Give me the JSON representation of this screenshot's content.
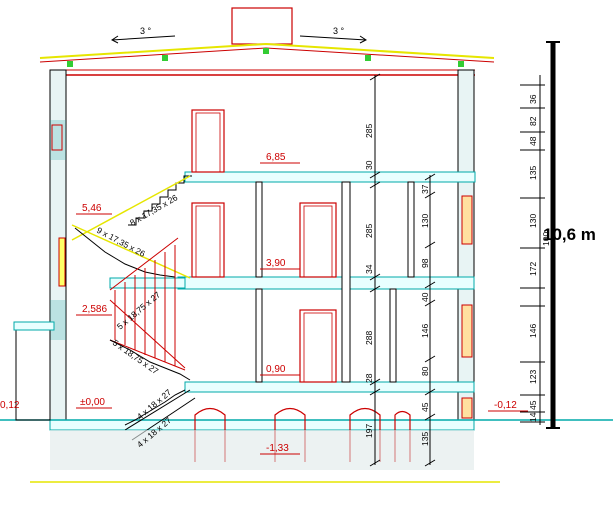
{
  "roof": {
    "pitch_left": "3 °",
    "pitch_right": "3 °"
  },
  "elevations": {
    "e_685": "6,85",
    "e_546": "5,46",
    "e_390": "3,90",
    "e_258": "2,586",
    "e_090": "0,90",
    "e_000": "±0,00",
    "e_012_left": "0,12",
    "e_012_right": "-0,12",
    "e_133": "-1,33"
  },
  "stair_labels": {
    "s1": "8 x 17,35 x 26",
    "s2": "9 x 17,35 x 26",
    "s3": "5 x 18,75 x 27",
    "s4": "5 x 18,75 x 27",
    "s5": "4 x 18 x 27",
    "s6": "4 x 18 x 27"
  },
  "middle_dims": {
    "d285a": "285",
    "d30": "30",
    "d285b": "285",
    "d34": "34",
    "d288": "288",
    "d28": "28",
    "d197": "197"
  },
  "right_dims": {
    "d37": "37",
    "d130a": "130",
    "d98": "98",
    "d40": "40",
    "d146": "146",
    "d80": "80",
    "d45": "45",
    "d135": "135"
  },
  "far_right_dims": {
    "d36": "36",
    "d82": "82",
    "d48": "48",
    "d135": "135",
    "d130": "130",
    "d100": "100",
    "d172": "172",
    "d146": "146",
    "d123": "123",
    "d45": "45",
    "d14": "14"
  },
  "total_height": "10,6 m"
}
